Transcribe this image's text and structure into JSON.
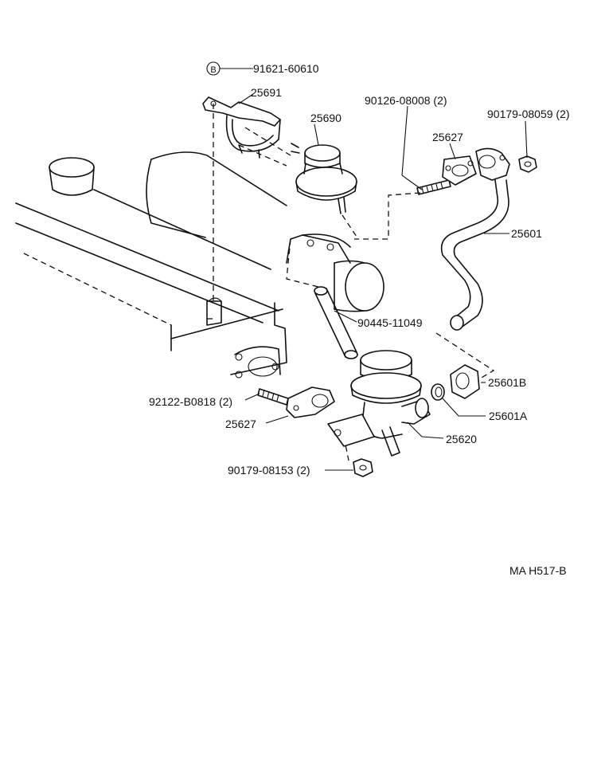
{
  "labels": {
    "p91621": "91621-60610",
    "badge": "B",
    "p25691": "25691",
    "p25690": "25690",
    "p90126": "90126-08008 (2)",
    "p25627_top": "25627",
    "p90179_08059": "90179-08059 (2)",
    "p25601": "25601",
    "p90445": "90445-11049",
    "p25601B": "25601B",
    "p92122": "92122-B0818 (2)",
    "p25601A": "25601A",
    "p25627_bottom": "25627",
    "p25620": "25620",
    "p90179_08153": "90179-08153 (2)",
    "figure_ref": "MA  H517-B"
  }
}
